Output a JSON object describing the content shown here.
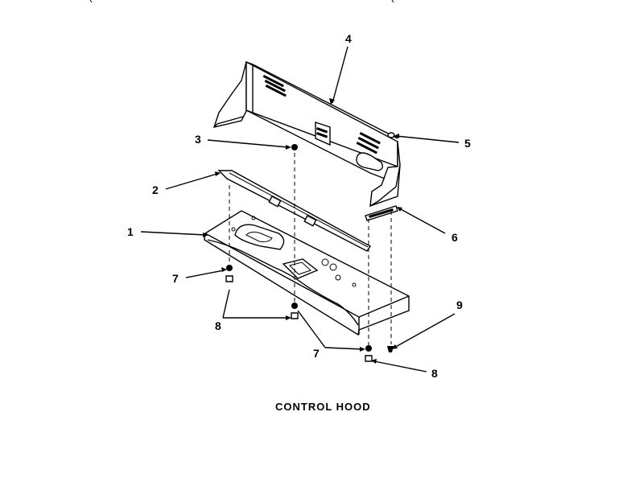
{
  "diagram": {
    "title": "CONTROL HOOD",
    "callouts": [
      {
        "id": "c1",
        "label": "1"
      },
      {
        "id": "c2",
        "label": "2"
      },
      {
        "id": "c3",
        "label": "3"
      },
      {
        "id": "c4",
        "label": "4"
      },
      {
        "id": "c5",
        "label": "5"
      },
      {
        "id": "c6",
        "label": "6"
      },
      {
        "id": "c7a",
        "label": "7"
      },
      {
        "id": "c7b",
        "label": "7"
      },
      {
        "id": "c8a",
        "label": "8"
      },
      {
        "id": "c8b",
        "label": "8"
      },
      {
        "id": "c9",
        "label": "9"
      }
    ]
  }
}
